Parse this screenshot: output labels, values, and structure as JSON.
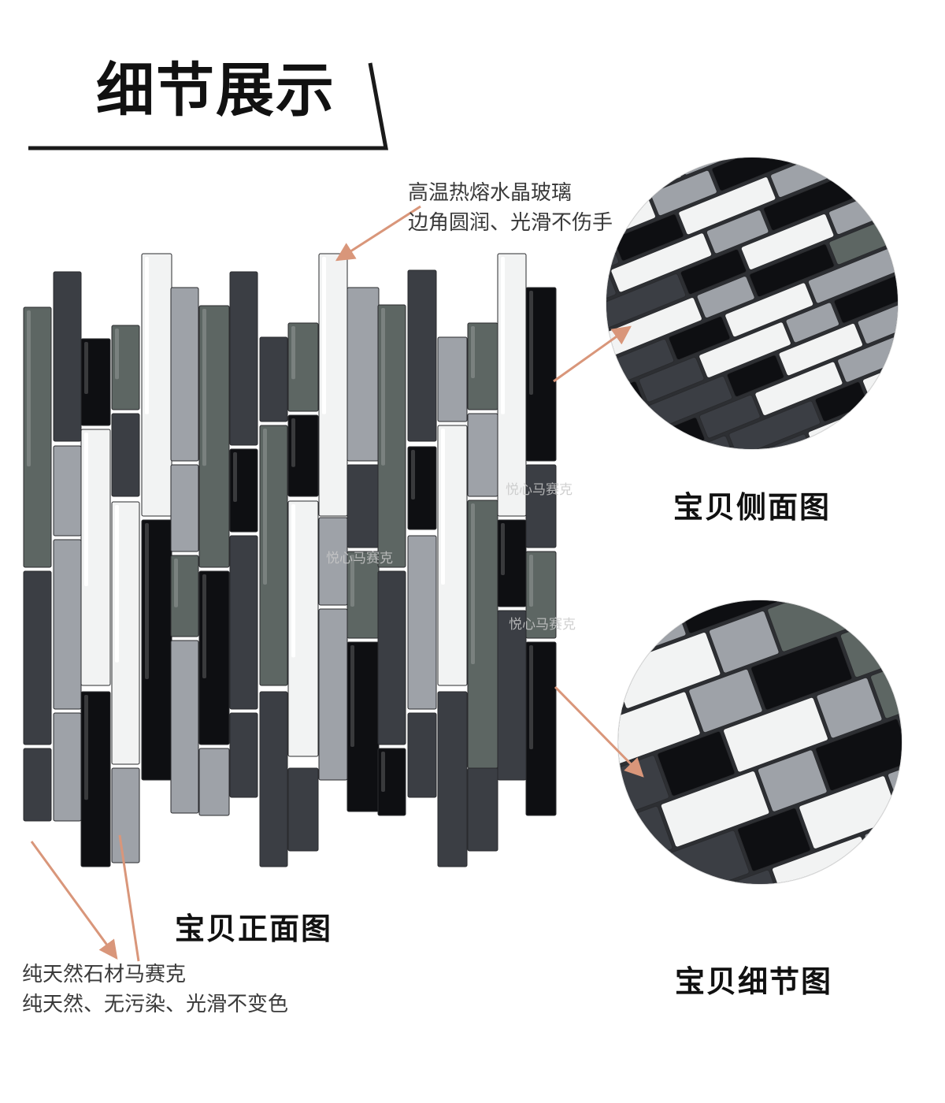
{
  "header": {
    "title": "细节展示"
  },
  "callouts": {
    "top": {
      "line1": "高温热熔水晶玻璃",
      "line2": "边角圆润、光滑不伤手"
    },
    "bottom": {
      "line1": "纯天然石材马赛克",
      "line2": "纯天然、无污染、光滑不变色"
    }
  },
  "captions": {
    "front": "宝贝正面图",
    "side": "宝贝侧面图",
    "detail": "宝贝细节图"
  },
  "watermark": {
    "text": "悦心马赛克"
  },
  "colors": {
    "arrow": "#d9967a",
    "dark_stone": "#3b3e44",
    "black_glass": "#0e0f12",
    "grey_glass": "#5d6663",
    "white_glass": "#f2f3f3",
    "light_marble": "#9ea2a8"
  }
}
